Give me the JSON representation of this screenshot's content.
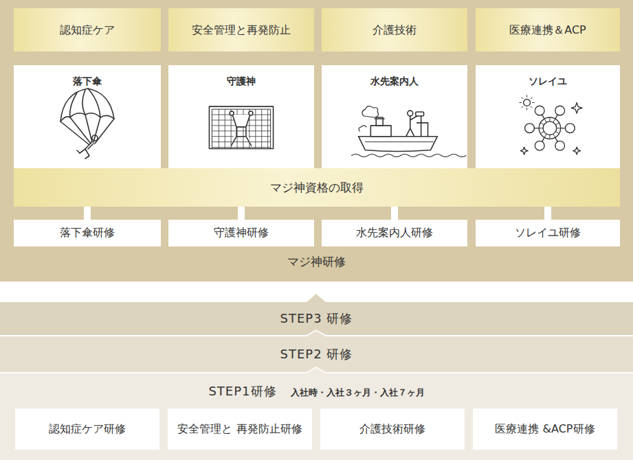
{
  "diagram": {
    "nodes": [
      {
        "text": [
          "マジ神研修"
        ]
      },
      {
        "text": [
          "認知症ケア"
        ],
        "in": 0
      },
      {
        "text": [
          "安全管理と再発防止"
        ],
        "in": 0
      },
      {
        "text": [
          "介護技術"
        ],
        "in": 0
      },
      {
        "text": [
          "医療連携＆ACP"
        ],
        "in": 0
      },
      {
        "text": [
          "落下傘"
        ],
        "in": 0
      },
      {
        "text": [
          "守護神"
        ],
        "in": 0
      },
      {
        "text": [
          "水先案内人"
        ],
        "in": 0
      },
      {
        "text": [
          "ソレイユ"
        ],
        "in": 0
      },
      {
        "text": [
          "マジ神資格の取得"
        ],
        "in": 0
      },
      {
        "text": [
          "落下傘研修"
        ],
        "in": 0
      },
      {
        "text": [
          "守護神研修"
        ],
        "in": 0
      },
      {
        "text": [
          "水先案内人研修"
        ],
        "in": 0
      },
      {
        "text": [
          "ソレイユ研修"
        ],
        "in": 0
      },
      {
        "text": [
          "STEP3 研修"
        ]
      },
      {
        "text": [
          "STEP2 研修"
        ]
      },
      {
        "text": [
          "STEP1研修",
          "入社時・入社３ヶ月・入社７ヶ月"
        ]
      },
      {
        "text": [
          "認知症ケア研修"
        ],
        "in": 16
      },
      {
        "text": [
          "安全管理と 再発防止研修"
        ],
        "in": 16
      },
      {
        "text": [
          "介護技術研修"
        ],
        "in": 16
      },
      {
        "text": [
          "医療連携 &ACP研修"
        ],
        "in": 16
      }
    ],
    "edges": [
      {
        "from": 10,
        "to": 9,
        "arrow": "none"
      },
      {
        "from": 11,
        "to": 9,
        "arrow": "none"
      },
      {
        "from": 12,
        "to": 9,
        "arrow": "none"
      },
      {
        "from": 13,
        "to": 9,
        "arrow": "none"
      }
    ]
  }
}
